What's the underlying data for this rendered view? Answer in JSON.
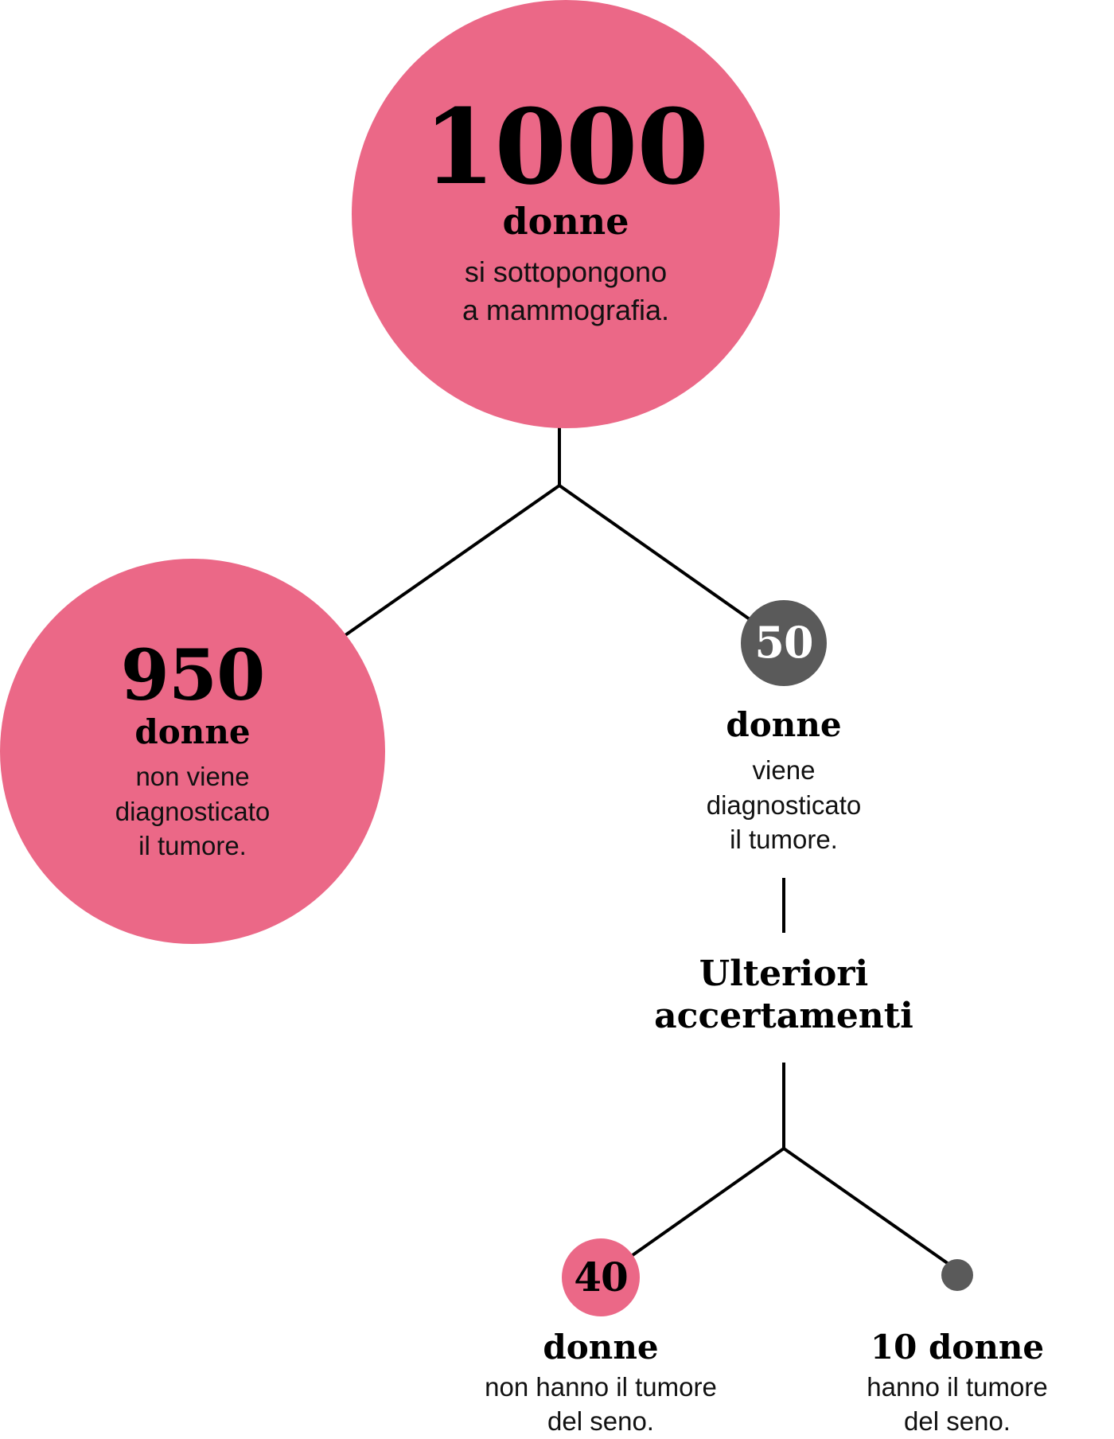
{
  "root": {
    "count": "1000",
    "unit": "donne",
    "desc_line1": "si sottopongono",
    "desc_line2": "a mammografia."
  },
  "left_branch": {
    "count": "950",
    "unit": "donne",
    "desc_line1": "non viene",
    "desc_line2": "diagnosticato",
    "desc_line3": "il tumore."
  },
  "right_branch": {
    "count": "50",
    "unit": "donne",
    "desc_line1": "viene",
    "desc_line2": "diagnosticato",
    "desc_line3": "il tumore."
  },
  "further_tests": {
    "line1": "Ulteriori",
    "line2": "accertamenti"
  },
  "negative_outcome": {
    "count": "40",
    "unit": "donne",
    "desc_line1": "non hanno il tumore",
    "desc_line2": "del seno."
  },
  "positive_outcome": {
    "unit": "10 donne",
    "desc_line1": "hanno il tumore",
    "desc_line2": "del seno."
  },
  "colors": {
    "pink": "#eb6887",
    "grey": "#5a5a5a",
    "line": "#000000"
  }
}
